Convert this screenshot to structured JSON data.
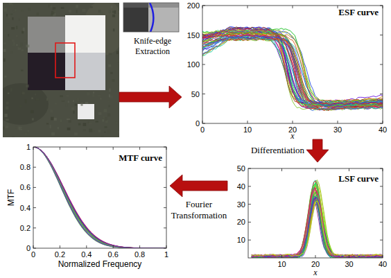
{
  "diagram": {
    "nodes": [
      {
        "text": [
          "Knife-edge Extraction"
        ]
      },
      {
        "text": [
          "ESF curve"
        ]
      },
      {
        "text": [
          "LSF curve"
        ]
      },
      {
        "text": [
          "MTF curve"
        ]
      }
    ],
    "edges": [
      {
        "from": 0,
        "to": 1,
        "arrow": "to"
      },
      {
        "from": 1,
        "to": 2,
        "label": "Differentiation",
        "arrow": "to"
      },
      {
        "from": 2,
        "to": 3,
        "label": "Fourier Transformation",
        "arrow": "to"
      }
    ],
    "labels": [
      "200",
      "150",
      "100",
      "50",
      "0",
      "0",
      "10",
      "20",
      "30",
      "40",
      "x",
      "50",
      "40",
      "30",
      "20",
      "10",
      "10",
      "20",
      "30",
      "40",
      "x",
      "1",
      "0.8",
      "0.6",
      "0.4",
      "0.2",
      "0",
      "0",
      "0.2",
      "0.4",
      "0.6",
      "0.8",
      "1",
      "MTF",
      "Normalized Frequency"
    ]
  }
}
